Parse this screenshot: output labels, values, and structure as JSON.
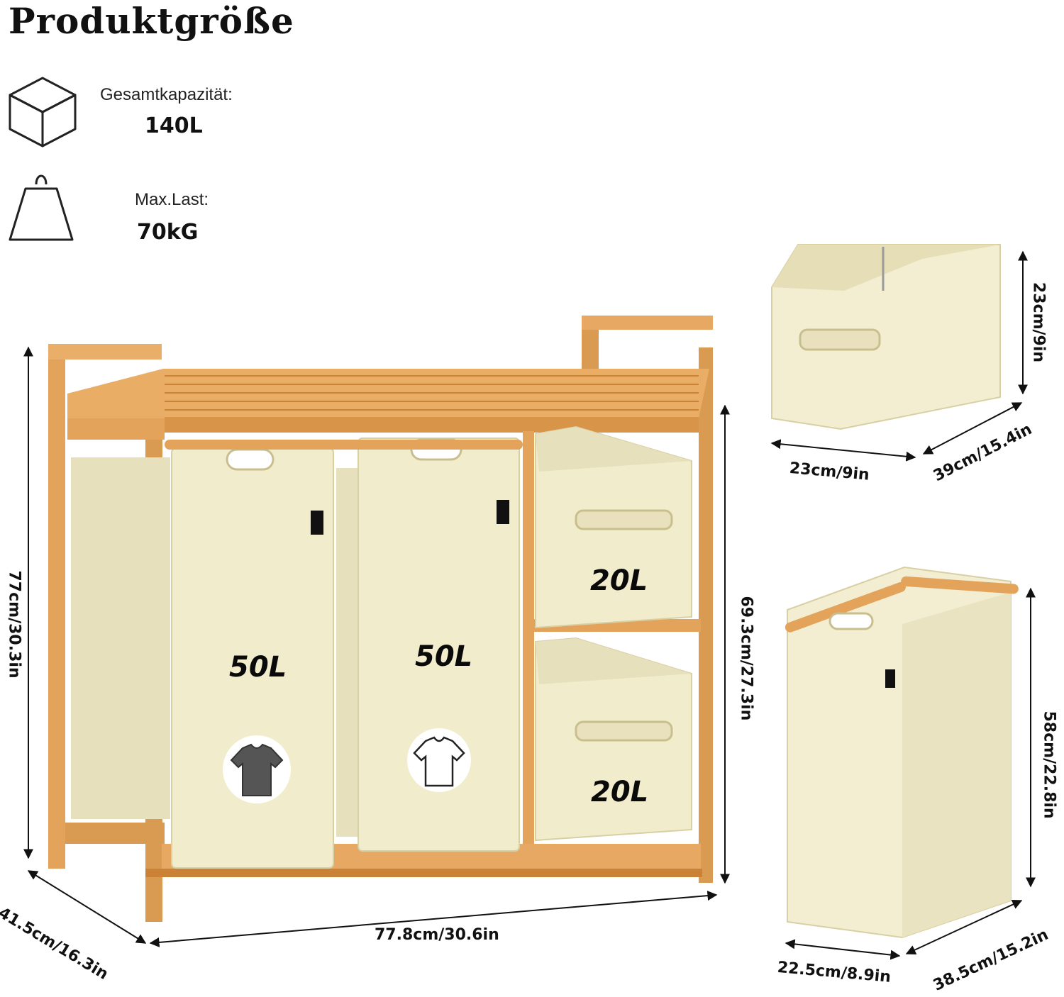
{
  "title": "Produktgröße",
  "specs": {
    "capacity_label": "Gesamtkapazität:",
    "capacity_value": "140L",
    "load_label": "Max.Last:",
    "load_value": "70kG"
  },
  "dimensions": {
    "height_total": "77cm/30.3in",
    "height_inner": "69.3cm/27.3in",
    "depth": "41.5cm/16.3in",
    "width": "77.8cm/30.6in",
    "box_height": "23cm/9in",
    "box_width": "23cm/9in",
    "box_length": "39cm/15.4in",
    "bag_height": "58cm/22.8in",
    "bag_width": "22.5cm/8.9in",
    "bag_length": "38.5cm/15.2in"
  },
  "volumes": {
    "bag_left": "50L",
    "bag_right": "50L",
    "box_top": "20L",
    "box_bottom": "20L"
  },
  "icons": [
    "cube-icon",
    "weight-icon",
    "dark-shirt-icon",
    "white-shirt-icon"
  ],
  "colors": {
    "bamboo": "#E3A35A",
    "bamboo_dark": "#C98236",
    "fabric": "#F1ECCB",
    "fabric_shadow": "#E2DAB2"
  }
}
